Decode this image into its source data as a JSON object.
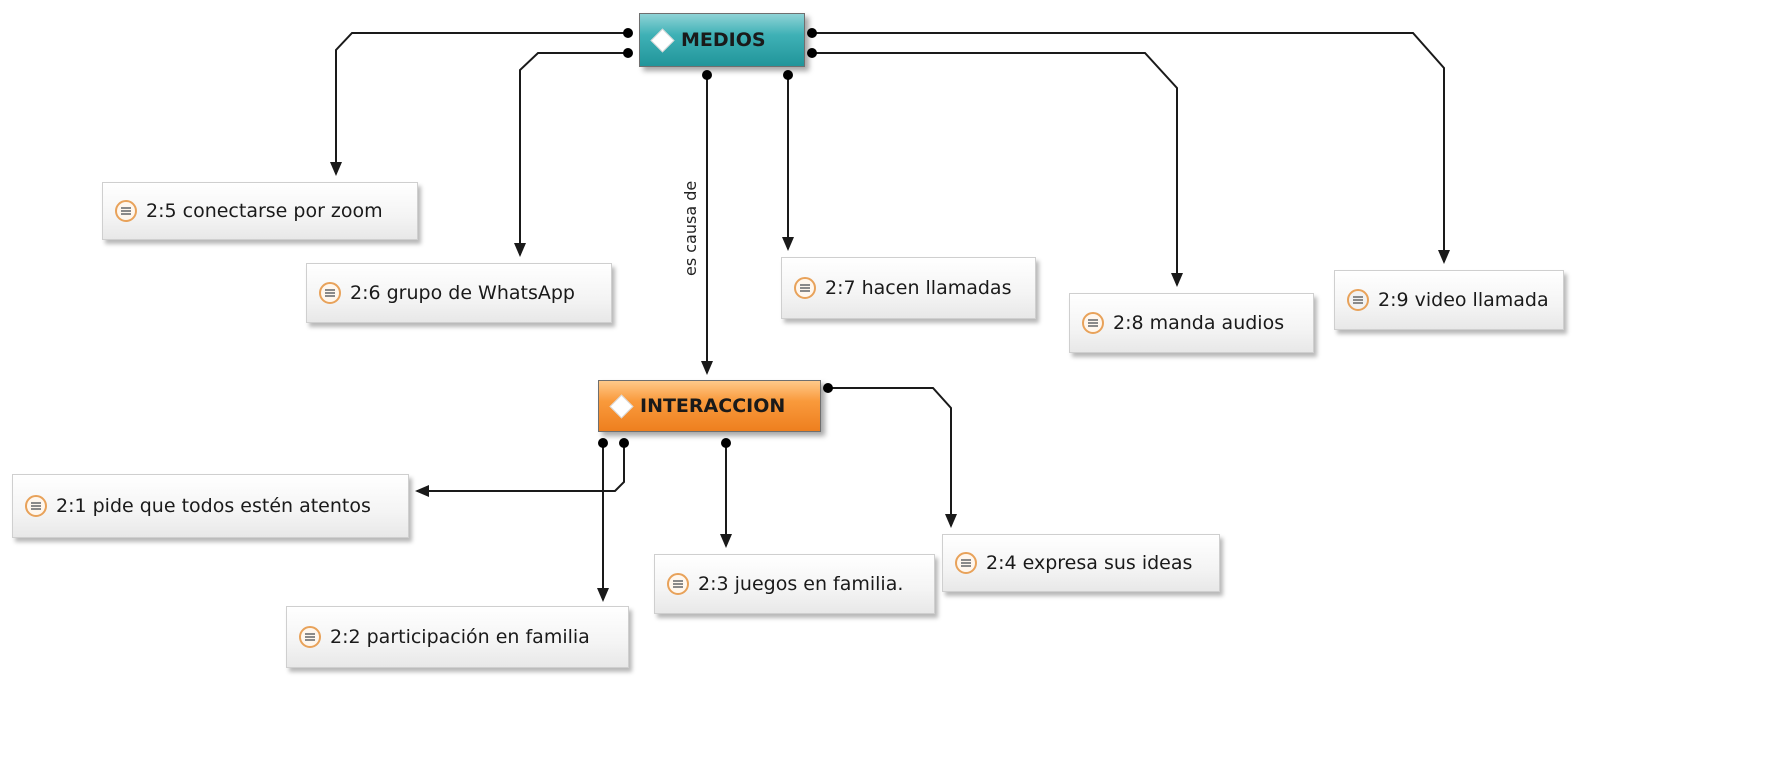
{
  "codes": {
    "medios": "MEDIOS",
    "interaccion": "INTERACCION"
  },
  "relation": {
    "label": "es causa de"
  },
  "quotes": {
    "q25": "2:5 conectarse por zoom",
    "q26": "2:6 grupo de WhatsApp",
    "q27": "2:7 hacen llamadas",
    "q28": "2:8 manda audios",
    "q29": "2:9 video llamada",
    "q21": "2:1 pide que todos estén atentos",
    "q22": "2:2 participación en familia",
    "q23": "2:3 juegos en familia.",
    "q24": "2:4 expresa sus ideas"
  },
  "colors": {
    "medios_node": "#3fb1b6",
    "interaccion_node": "#f99a3c",
    "link_line": "#1a1a1a",
    "quote_icon_ring": "#e8a25a"
  },
  "icons": {
    "code_node": "diamond-icon",
    "quote_node": "quotation-icon"
  }
}
